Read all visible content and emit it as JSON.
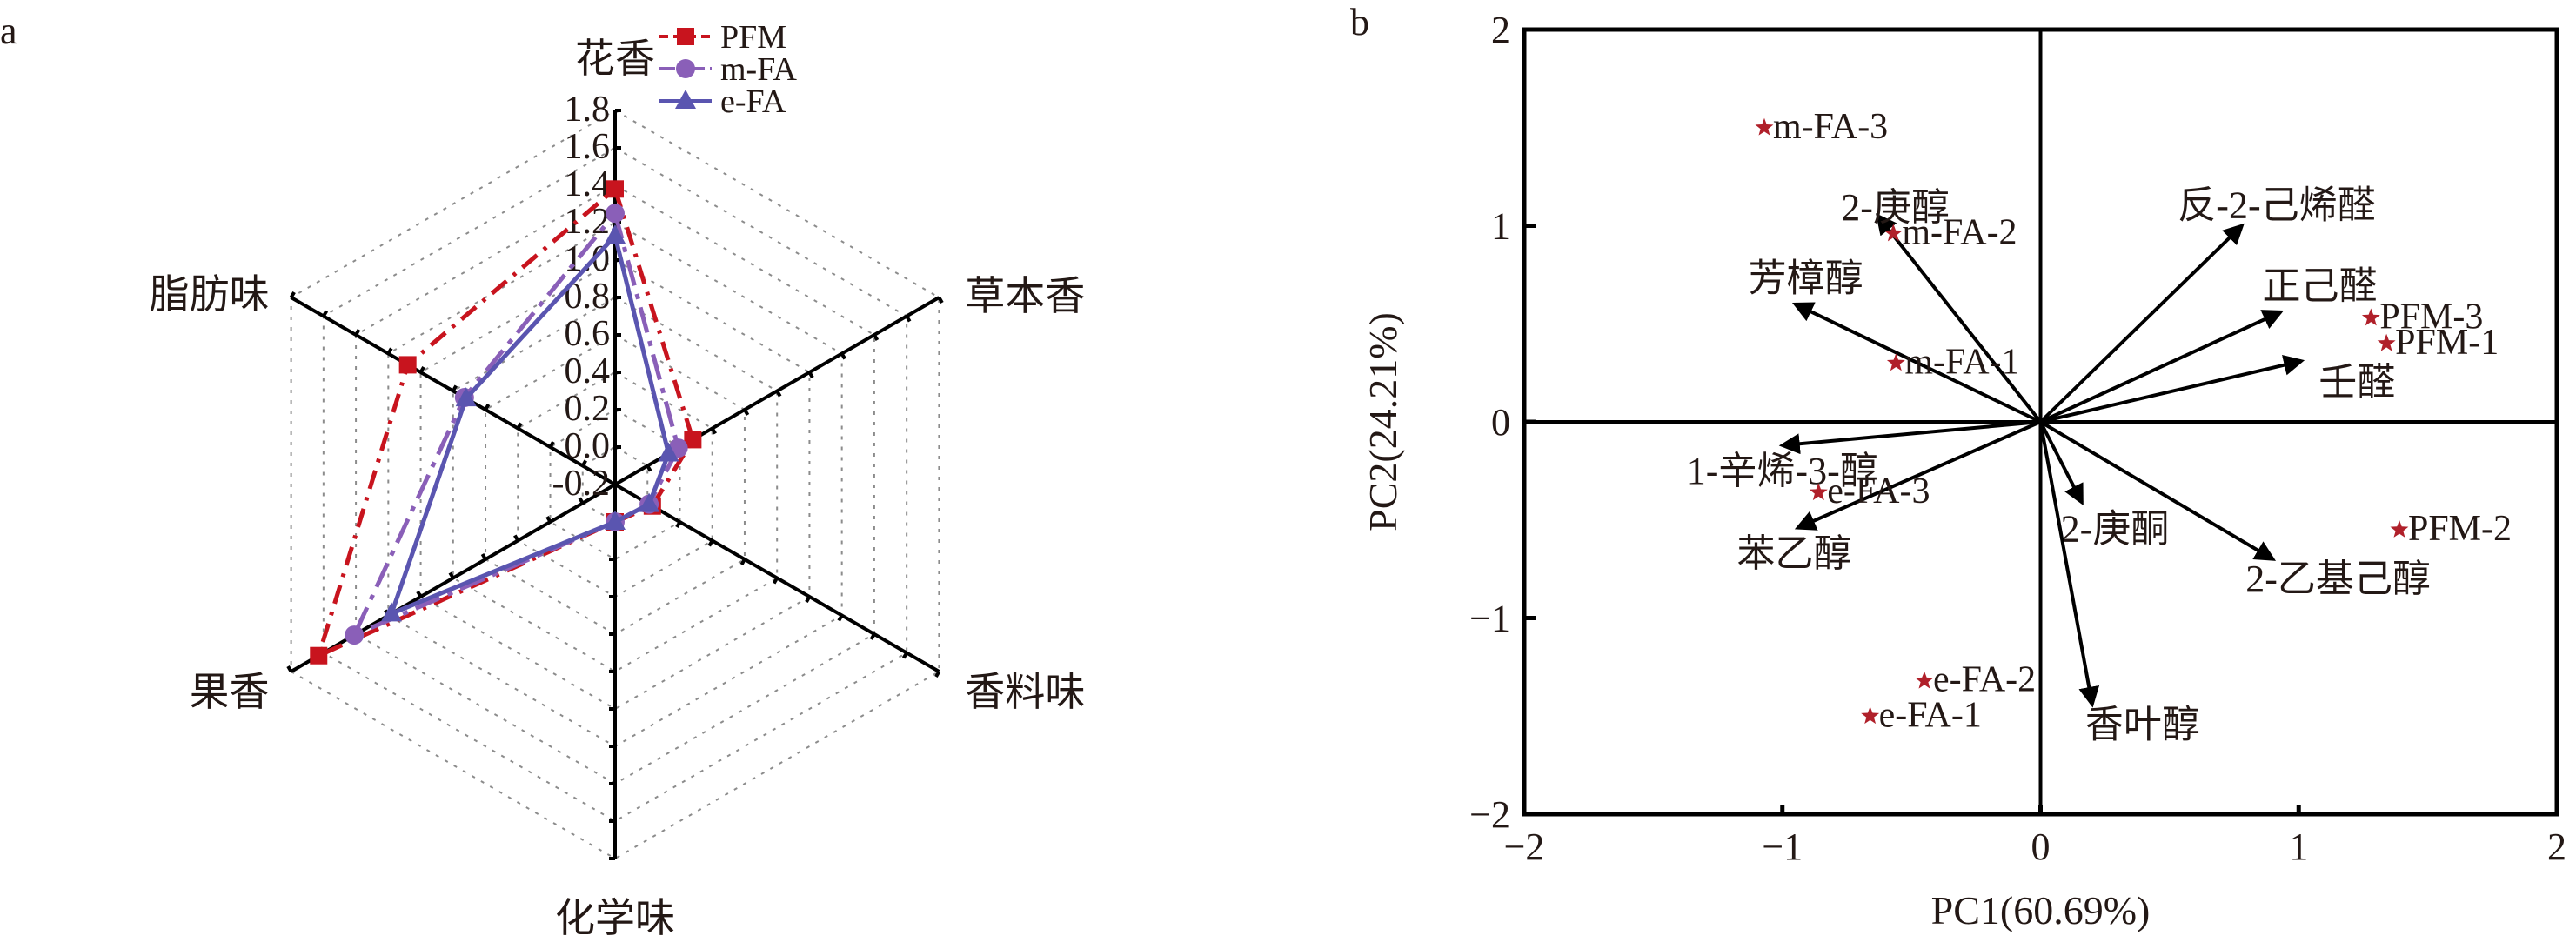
{
  "chart_data": [
    {
      "type": "radar",
      "panel_label": "a",
      "categories": [
        "花香",
        "草本香",
        "香料味",
        "化学味",
        "果香",
        "脂肪味"
      ],
      "range": [
        -0.2,
        1.8
      ],
      "ticks": [
        "-0.2",
        "0.0",
        "0.2",
        "0.4",
        "0.6",
        "0.8",
        "1.0",
        "1.2",
        "1.4",
        "1.6",
        "1.8"
      ],
      "grid": true,
      "legend_position": "top-right",
      "series": [
        {
          "name": "PFM",
          "color": "#c8141e",
          "marker": "square",
          "values": [
            1.38,
            0.28,
            0.03,
            0.0,
            1.63,
            1.08
          ]
        },
        {
          "name": "m-FA",
          "color": "#8a5fb8",
          "marker": "circle",
          "values": [
            1.25,
            0.19,
            0.01,
            0.0,
            1.41,
            0.73
          ]
        },
        {
          "name": "e-FA",
          "color": "#5a55b0",
          "marker": "triangle",
          "values": [
            1.13,
            0.13,
            0.01,
            0.0,
            1.18,
            0.72
          ]
        }
      ]
    },
    {
      "type": "biplot",
      "panel_label": "b",
      "xlabel": "PC1(60.69%)",
      "ylabel": "PC2(24.21%)",
      "xlim": [
        -2,
        2
      ],
      "ylim": [
        -2,
        2
      ],
      "xticks": [
        "-2",
        "-1",
        "0",
        "1",
        "2"
      ],
      "yticks": [
        "-2",
        "-1",
        "0",
        "1",
        "2"
      ],
      "score_color": "#b0202a",
      "scores": [
        {
          "label": "m-FA-3",
          "x": -1.07,
          "y": 1.5
        },
        {
          "label": "m-FA-2",
          "x": -0.57,
          "y": 0.96
        },
        {
          "label": "m-FA-1",
          "x": -0.56,
          "y": 0.3
        },
        {
          "label": "e-FA-3",
          "x": -0.86,
          "y": -0.36
        },
        {
          "label": "e-FA-2",
          "x": -0.45,
          "y": -1.32
        },
        {
          "label": "e-FA-1",
          "x": -0.66,
          "y": -1.5
        },
        {
          "label": "PFM-3",
          "x": 1.28,
          "y": 0.53
        },
        {
          "label": "PFM-1",
          "x": 1.34,
          "y": 0.4
        },
        {
          "label": "PFM-2",
          "x": 1.39,
          "y": -0.55
        }
      ],
      "loadings": [
        {
          "label": "反-2-己烯醛",
          "x": 0.78,
          "y": 1.0
        },
        {
          "label": "正己醛",
          "x": 0.93,
          "y": 0.56
        },
        {
          "label": "壬醛",
          "x": 1.01,
          "y": 0.31
        },
        {
          "label": "2-庚醇",
          "x": -0.63,
          "y": 1.05
        },
        {
          "label": "芳樟醇",
          "x": -0.95,
          "y": 0.6
        },
        {
          "label": "1-辛烯-3-醇",
          "x": -1.0,
          "y": -0.12
        },
        {
          "label": "苯乙醇",
          "x": -0.94,
          "y": -0.54
        },
        {
          "label": "2-庚酮",
          "x": 0.16,
          "y": -0.41
        },
        {
          "label": "2-乙基己醇",
          "x": 0.9,
          "y": -0.7
        },
        {
          "label": "香叶醇",
          "x": 0.2,
          "y": -1.44
        }
      ]
    }
  ]
}
